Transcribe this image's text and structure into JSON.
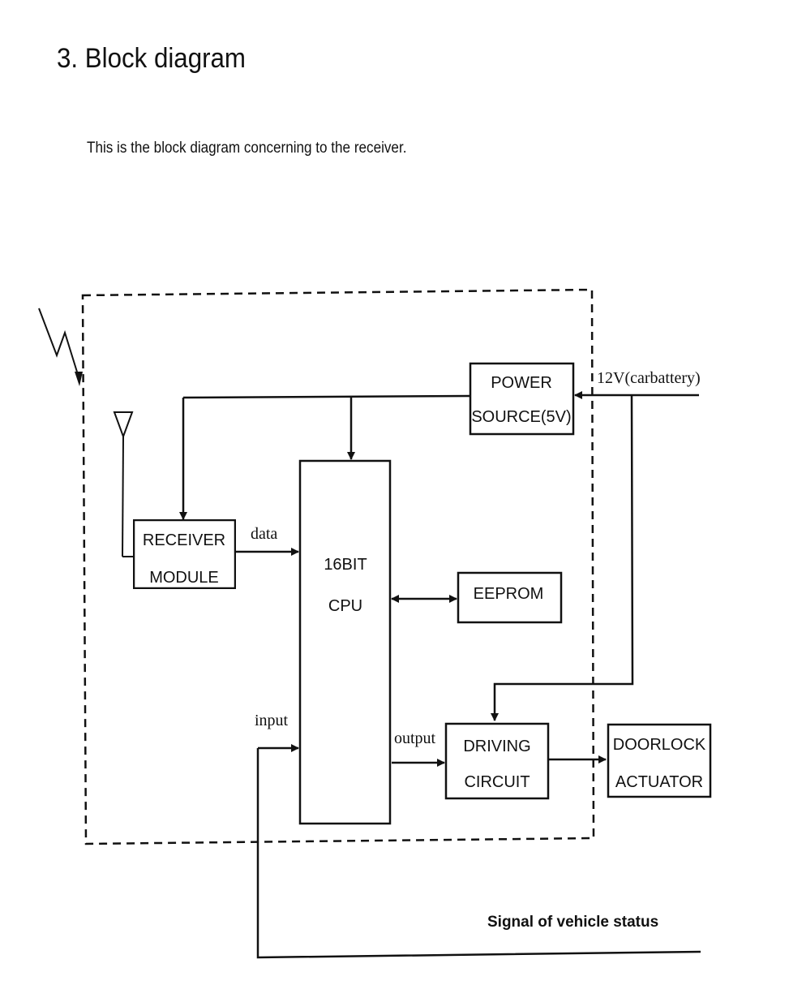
{
  "section": {
    "heading": "3. Block diagram",
    "intro": "This is the block diagram concerning to the receiver."
  },
  "diagram": {
    "blocks": {
      "power_source": {
        "line1": "POWER",
        "line2": "SOURCE(5V)"
      },
      "receiver_module": {
        "line1": "RECEIVER",
        "line2": "MODULE"
      },
      "cpu": {
        "line1": "16BIT",
        "line2": "CPU"
      },
      "eeprom": {
        "line1": "EEPROM"
      },
      "driving_circuit": {
        "line1": "DRIVING",
        "line2": "CIRCUIT"
      },
      "doorlock_actuator": {
        "line1": "DOORLOCK",
        "line2": "ACTUATOR"
      }
    },
    "labels": {
      "supply": "12V(carbattery)",
      "data": "data",
      "input": "input",
      "output": "output",
      "vehicle_signal": "Signal of vehicle status"
    }
  }
}
